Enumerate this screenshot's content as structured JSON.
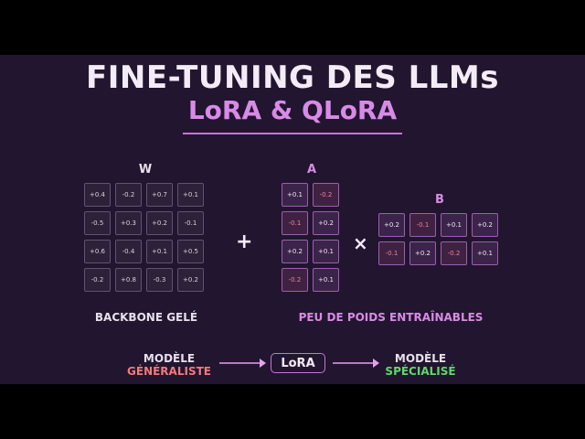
{
  "header": {
    "title": "FINE-TUNING DES LLMs",
    "subtitle": "LoRA & QLoRA"
  },
  "matrices": {
    "w": {
      "label": "W",
      "cells": [
        "+0.4",
        "-0.2",
        "+0.7",
        "+0.1",
        "-0.5",
        "+0.3",
        "+0.2",
        "-0.1",
        "+0.6",
        "-0.4",
        "+0.1",
        "+0.5",
        "-0.2",
        "+0.8",
        "-0.3",
        "+0.2"
      ]
    },
    "a": {
      "label": "A",
      "cells": [
        "+0.1",
        "-0.2",
        "-0.1",
        "+0.2",
        "+0.2",
        "+0.1",
        "-0.2",
        "+0.1"
      ]
    },
    "b": {
      "label": "B",
      "cells": [
        "+0.2",
        "-0.1",
        "+0.1",
        "+0.2",
        "-0.1",
        "+0.2",
        "-0.2",
        "+0.1"
      ]
    }
  },
  "operators": {
    "plus": "+",
    "times": "×"
  },
  "captions": {
    "frozen": "BACKBONE GELÉ",
    "trainable": "PEU DE POIDS ENTRAÎNABLES"
  },
  "flow": {
    "left_line1": "MODÈLE",
    "left_line2": "GÉNÉRALISTE",
    "center": "LoRA",
    "right_line1": "MODÈLE",
    "right_line2": "SPÉCIALISÉ"
  },
  "colors": {
    "background": "#22152f",
    "accent": "#c874d8",
    "negative": "#f07fa0",
    "generalist": "#f07a7a",
    "specialized": "#5fd86a"
  }
}
